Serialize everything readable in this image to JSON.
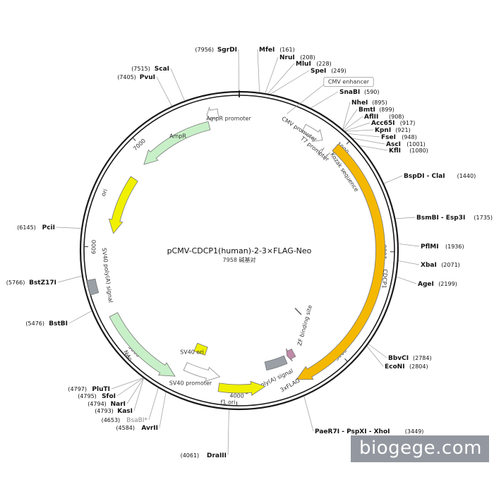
{
  "title": "pCMV-CDCP1(human)-2-3×FLAG-Neo",
  "subtitle": "7958 碱基对",
  "total_bp": 7958,
  "watermark": "biogege.com",
  "ticks": [
    {
      "pos": 1000,
      "label": "1000"
    },
    {
      "pos": 2000,
      "label": "2000"
    },
    {
      "pos": 3000,
      "label": "3000"
    },
    {
      "pos": 4000,
      "label": "4000"
    },
    {
      "pos": 5000,
      "label": "5000"
    },
    {
      "pos": 6000,
      "label": "6000"
    },
    {
      "pos": 7000,
      "label": "7000"
    }
  ],
  "features": [
    {
      "name": "CMV enhancer",
      "start": 235,
      "end": 614,
      "color": "#ffffff",
      "direction": 1,
      "boxed": true
    },
    {
      "name": "CMV promoter",
      "start": 615,
      "end": 818,
      "color": "#ffffff",
      "direction": 1
    },
    {
      "name": "T7 promoter",
      "start": 863,
      "end": 881,
      "color": "#ffffff",
      "direction": 1
    },
    {
      "name": "Kozak sequence",
      "start": 940,
      "end": 949,
      "color": "#ffffff",
      "direction": 1
    },
    {
      "name": "CDCP1",
      "start": 950,
      "end": 3449,
      "color": "#f5b800",
      "direction": 1
    },
    {
      "name": "3xFLAG",
      "start": 3360,
      "end": 3440,
      "color": "#c08aa8",
      "direction": 1
    },
    {
      "name": "bGH poly(A) signal",
      "start": 3470,
      "end": 3694,
      "color": "#9aa0a6",
      "direction": 0
    },
    {
      "name": "f1 ori",
      "start": 3740,
      "end": 4168,
      "color": "#f0f000",
      "direction": -1
    },
    {
      "name": "SV40 promoter",
      "start": 4173,
      "end": 4530,
      "color": "#ffffff",
      "direction": -1
    },
    {
      "name": "SV40 ori",
      "start": 4380,
      "end": 4515,
      "color": "#f0f000",
      "direction": 0
    },
    {
      "name": "Neo",
      "start": 4577,
      "end": 5371,
      "color": "#c8f0c8",
      "direction": -1
    },
    {
      "name": "SV40 poly(A) signal",
      "start": 5600,
      "end": 5722,
      "color": "#9aa0a6",
      "direction": 0
    },
    {
      "name": "ori",
      "start": 6140,
      "end": 6728,
      "color": "#f0f000",
      "direction": -1
    },
    {
      "name": "AmpR",
      "start": 6899,
      "end": 7659,
      "color": "#c8f0c8",
      "direction": -1
    },
    {
      "name": "AmpR promoter",
      "start": 7660,
      "end": 7764,
      "color": "#ffffff",
      "direction": -1
    },
    {
      "name": "ZF binding site",
      "start": 3000,
      "end": 3010,
      "color": "#2a4a7a",
      "direction": 0
    }
  ],
  "sites": [
    {
      "name": "SgrDI",
      "pos": "(7956)",
      "side": "L"
    },
    {
      "name": "MfeI",
      "pos": "(161)",
      "side": "R"
    },
    {
      "name": "NruI",
      "pos": "(208)",
      "side": "R"
    },
    {
      "name": "MluI",
      "pos": "(228)",
      "side": "R"
    },
    {
      "name": "SpeI",
      "pos": "(249)",
      "side": "R"
    },
    {
      "name": "SnaBI",
      "pos": "(590)",
      "side": "R"
    },
    {
      "name": "NheI",
      "pos": "(895)",
      "side": "R"
    },
    {
      "name": "BmtI",
      "pos": "(899)",
      "side": "R"
    },
    {
      "name": "AflII",
      "pos": "(908)",
      "side": "R"
    },
    {
      "name": "Acc65I",
      "pos": "(917)",
      "side": "R"
    },
    {
      "name": "KpnI",
      "pos": "(921)",
      "side": "R"
    },
    {
      "name": "FseI",
      "pos": "(948)",
      "side": "R"
    },
    {
      "name": "AscI",
      "pos": "(1001)",
      "side": "R"
    },
    {
      "name": "KflI",
      "pos": "(1080)",
      "side": "R"
    },
    {
      "name": "BspDI - ClaI",
      "pos": "(1440)",
      "side": "R"
    },
    {
      "name": "BsmBI - Esp3I",
      "pos": "(1735)",
      "side": "R"
    },
    {
      "name": "PflMI",
      "pos": "(1936)",
      "side": "R"
    },
    {
      "name": "XbaI",
      "pos": "(2071)",
      "side": "R"
    },
    {
      "name": "AgeI",
      "pos": "(2199)",
      "side": "R"
    },
    {
      "name": "BbvCI",
      "pos": "(2784)",
      "side": "R"
    },
    {
      "name": "EcoNI",
      "pos": "(2804)",
      "side": "R"
    },
    {
      "name": "PaeR7I - PspXI - XhoI",
      "pos": "(3449)",
      "side": "R"
    },
    {
      "name": "DraIII",
      "pos": "(4061)",
      "side": "L"
    },
    {
      "name": "AvrII",
      "pos": "(4584)",
      "side": "L"
    },
    {
      "name": "BsaBI*",
      "pos": "(4653)",
      "side": "L",
      "gray": true
    },
    {
      "name": "KasI",
      "pos": "(4793)",
      "side": "L"
    },
    {
      "name": "NarI",
      "pos": "(4794)",
      "side": "L"
    },
    {
      "name": "SfoI",
      "pos": "(4795)",
      "side": "L"
    },
    {
      "name": "PluTI",
      "pos": "(4797)",
      "side": "L"
    },
    {
      "name": "BstBI",
      "pos": "(5476)",
      "side": "L"
    },
    {
      "name": "BstZ17I",
      "pos": "(5766)",
      "side": "L"
    },
    {
      "name": "PciI",
      "pos": "(6145)",
      "side": "L"
    },
    {
      "name": "PvuI",
      "pos": "(7405)",
      "side": "L"
    },
    {
      "name": "ScaI",
      "pos": "(7515)",
      "side": "L"
    }
  ]
}
